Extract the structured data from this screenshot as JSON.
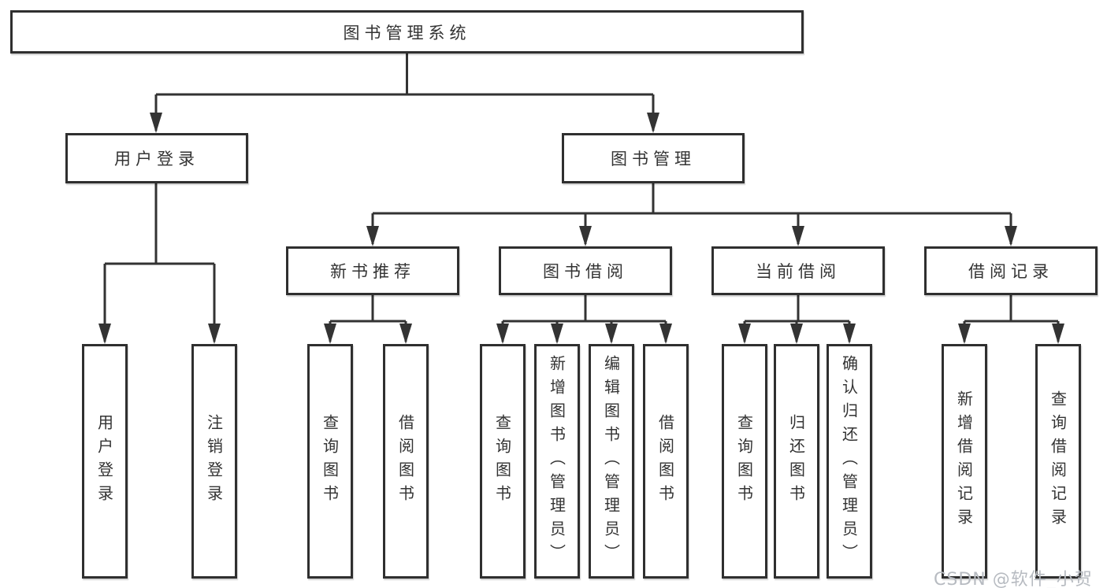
{
  "diagram": {
    "root": {
      "label": "图书管理系统"
    },
    "children": [
      {
        "label": "用户登录",
        "children": [
          {
            "label": "用户登录"
          },
          {
            "label": "注销登录"
          }
        ]
      },
      {
        "label": "图书管理",
        "children": [
          {
            "label": "新书推荐",
            "children": [
              {
                "label": "查询图书"
              },
              {
                "label": "借阅图书"
              }
            ]
          },
          {
            "label": "图书借阅",
            "children": [
              {
                "label": "查询图书"
              },
              {
                "label": "新增图书（管理员）"
              },
              {
                "label": "编辑图书（管理员）"
              },
              {
                "label": "借阅图书"
              }
            ]
          },
          {
            "label": "当前借阅",
            "children": [
              {
                "label": "查询图书"
              },
              {
                "label": "归还图书"
              },
              {
                "label": "确认归还（管理员）"
              }
            ]
          },
          {
            "label": "借阅记录",
            "children": [
              {
                "label": "新增借阅记录"
              },
              {
                "label": "查询借阅记录"
              }
            ]
          }
        ]
      }
    ]
  },
  "watermark": "CSDN @软件_小贺同学",
  "colors": {
    "line": "#333333",
    "text": "#333333",
    "background": "#ffffff",
    "watermark": "#b7bbc1"
  }
}
